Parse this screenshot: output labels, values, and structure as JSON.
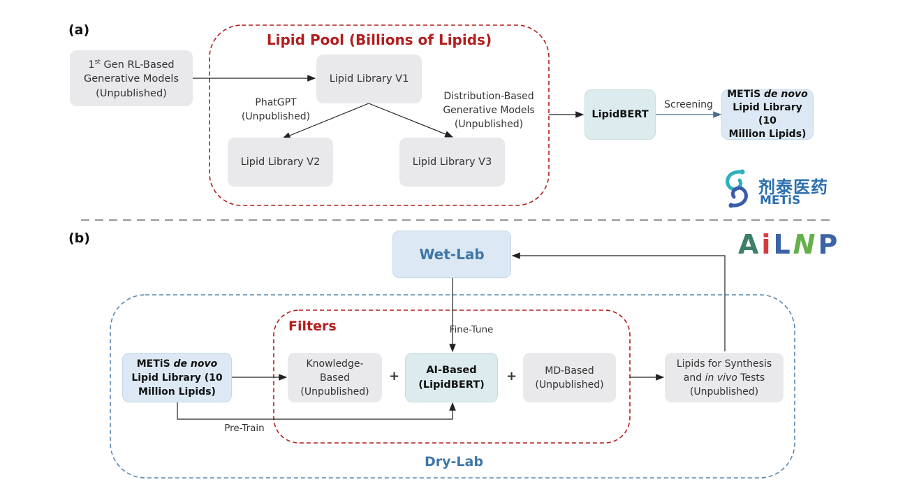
{
  "panels": {
    "a": "(a)",
    "b": "(b)"
  },
  "pool": {
    "title": "Lipid Pool (Billions of Lipids)"
  },
  "rl_box": {
    "sup": "st",
    "line1_rest": " Gen RL-Based",
    "line1_num": "1",
    "line2": "Generative Models",
    "line3": "(Unpublished)"
  },
  "lib_v1": "Lipid Library V1",
  "lib_v2": "Lipid Library V2",
  "lib_v3": "Lipid Library V3",
  "phatgpt": {
    "line1": "PhatGPT",
    "line2": "(Unpublished)"
  },
  "dist": {
    "line1": "Distribution-Based",
    "line2": "Generative Models",
    "line3": "(Unpublished)"
  },
  "lipidbert_top": "LipidBERT",
  "screening": "Screening",
  "metis_top": {
    "pre": "METiS ",
    "italic": "de novo",
    "line2": "Lipid Library (10",
    "line3": "Million Lipids)"
  },
  "logo": {
    "chinese": "剂泰医药",
    "metis": "METiS",
    "ailnp": "AiLNP"
  },
  "wetlab": "Wet-Lab",
  "drylab": "Dry-Lab",
  "filters": "Filters",
  "finetune": "Fine-Tune",
  "pretrain": "Pre-Train",
  "metis_bottom": {
    "pre": "METiS ",
    "italic": "de novo",
    "line2": "Lipid Library (10",
    "line3": "Million Lipids)"
  },
  "knowledge": {
    "line1": "Knowledge-",
    "line2": "Based",
    "line3": "(Unpublished)"
  },
  "ai_based": {
    "line1": "AI-Based",
    "line2": "(LipidBERT)"
  },
  "md_based": {
    "line1": "MD-Based",
    "line2": "(Unpublished)"
  },
  "synthesis": {
    "line1": "Lipids for Synthesis",
    "line2_pre": "and ",
    "line2_italic": "in vivo",
    "line2_post": " Tests",
    "line3": "(Unpublished)"
  },
  "plus": "+",
  "colors": {
    "red": "#b21e1e",
    "blue_dash": "#5b87ad",
    "box_gray": "#e9e8ea",
    "box_blue": "#dce9f4",
    "drylab_text": "#3f76a8"
  }
}
